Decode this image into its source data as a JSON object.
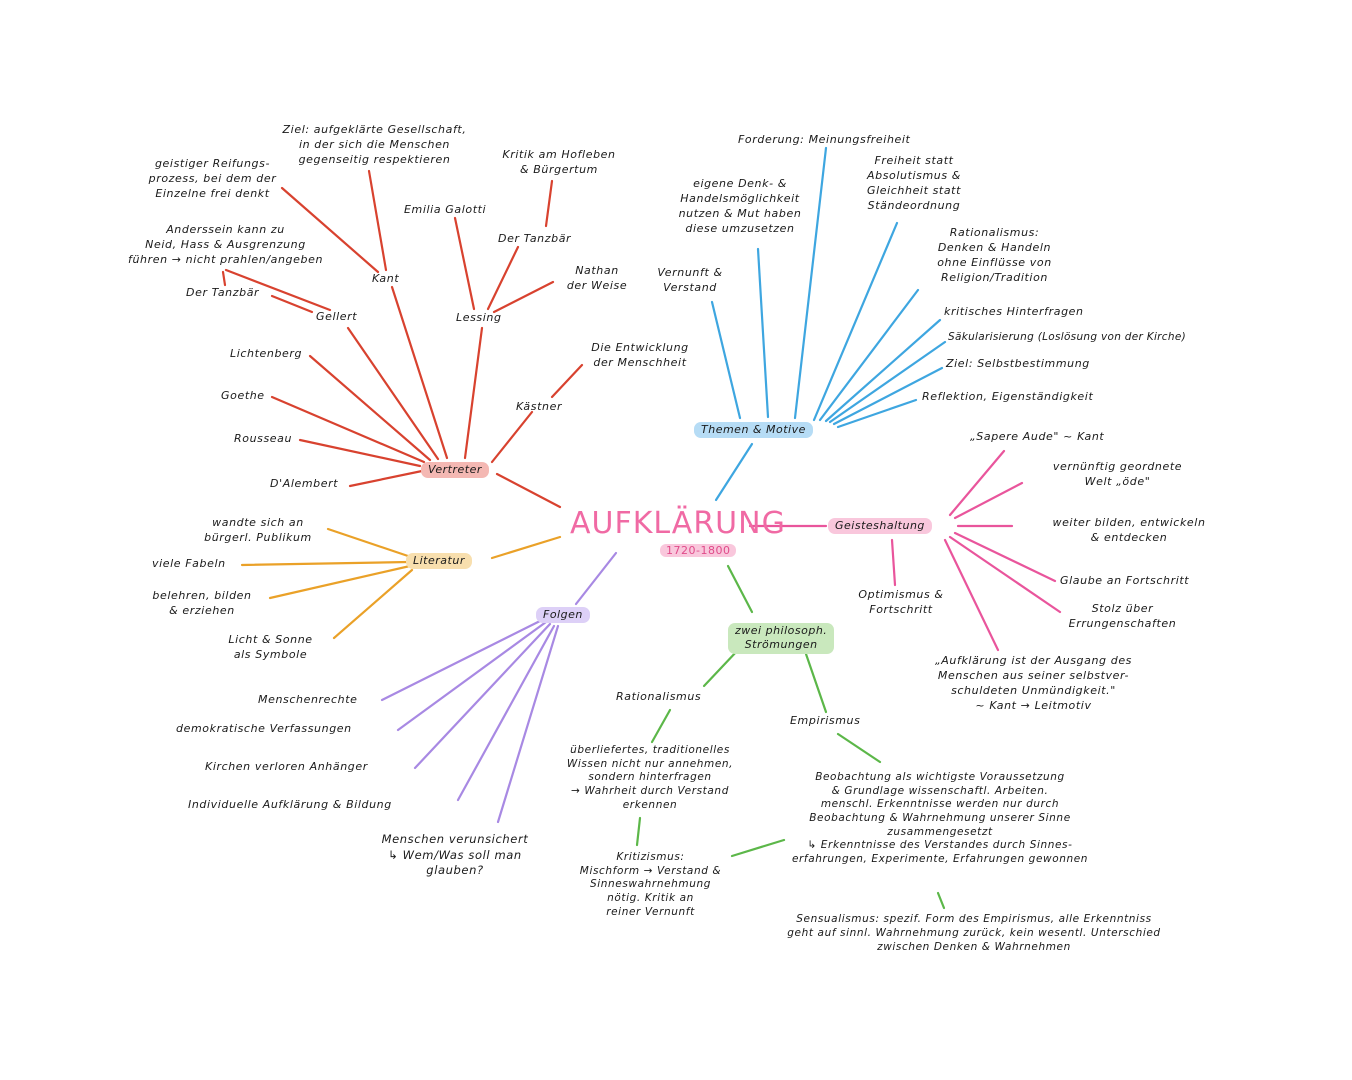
{
  "title": "AUFKLÄRUNG",
  "years": "1720-1800",
  "colors": {
    "vertreter": "#d8422f",
    "themen": "#3ea6e0",
    "geist": "#e9559c",
    "literatur": "#eaa128",
    "folgen": "#a889e3",
    "stroemungen": "#5cb749",
    "hub_vertreter": "#f4b8b3",
    "hub_themen": "#b6dcf5",
    "hub_geist": "#f9c7dc",
    "hub_literatur": "#f8dfae",
    "hub_folgen": "#ddd0f7",
    "hub_stroemungen": "#c9e8bd"
  },
  "hubs": {
    "vertreter": "Vertreter",
    "themen": "Themen & Motive",
    "geist": "Geisteshaltung",
    "literatur": "Literatur",
    "folgen": "Folgen",
    "stroemungen": "zwei philosoph.\nStrömungen"
  },
  "vertreter": {
    "kant": "Kant",
    "kant_ziel": "Ziel: aufgeklärte Gesellschaft,\nin der sich die Menschen\ngegenseitig respektieren",
    "kant_reifung": "geistiger Reifungs-\nprozess, bei dem der\nEinzelne frei denkt",
    "gellert": "Gellert",
    "gellert_anders": "Anderssein kann zu\nNeid, Hass & Ausgrenzung\nführen → nicht prahlen/angeben",
    "gellert_tanzbaer": "Der Tanzbär",
    "lessing": "Lessing",
    "lessing_emilia": "Emilia Galotti",
    "lessing_tanzbaer": "Der Tanzbär",
    "lessing_kritik": "Kritik am Hofleben\n& Bürgertum",
    "lessing_nathan": "Nathan\nder Weise",
    "kaestner": "Kästner",
    "kaestner_werk": "Die Entwicklung\nder Menschheit",
    "lichtenberg": "Lichtenberg",
    "goethe": "Goethe",
    "rousseau": "Rousseau",
    "dalembert": "D'Alembert"
  },
  "themen": {
    "forderung": "Forderung: Meinungsfreiheit",
    "denk": "eigene Denk- &\nHandelsmöglichkeit\nnutzen & Mut haben\ndiese umzusetzen",
    "vernunft": "Vernunft &\nVerstand",
    "freiheit": "Freiheit statt\nAbsolutismus &\nGleichheit statt\nStändeordnung",
    "rationalismus": "Rationalismus:\nDenken & Handeln\nohne Einflüsse von\nReligion/Tradition",
    "kritisch": "kritisches Hinterfragen",
    "saekular": "Säkularisierung (Loslösung von der Kirche)",
    "ziel": "Ziel: Selbstbestimmung",
    "reflektion": "Reflektion, Eigenständigkeit"
  },
  "geist": {
    "sapere": "„Sapere Aude\" ~ Kant",
    "welt": "vernünftig geordnete\nWelt „öde\"",
    "bilden": "weiter bilden, entwickeln\n& entdecken",
    "glaube": "Glaube an Fortschritt",
    "stolz": "Stolz über\nErrungenschaften",
    "optimismus": "Optimismus &\nFortschritt",
    "zitat": "„Aufklärung ist der Ausgang des\nMenschen aus seiner selbstver-\nschuldeten Unmündigkeit.\"\n~ Kant → Leitmotiv"
  },
  "literatur": {
    "publikum": "wandte sich an\nbürgerl. Publikum",
    "fabeln": "viele Fabeln",
    "belehren": "belehren, bilden\n& erziehen",
    "licht": "Licht & Sonne\nals Symbole"
  },
  "folgen": {
    "menschenrechte": "Menschenrechte",
    "demokratisch": "demokratische Verfassungen",
    "kirchen": "Kirchen verloren Anhänger",
    "individuell": "Individuelle Aufklärung & Bildung",
    "verunsichert": "Menschen verunsichert\n↳ Wem/Was soll man\nglauben?"
  },
  "stroemungen": {
    "rationalismus": "Rationalismus",
    "rat_text": "überliefertes, traditionelles\nWissen nicht nur annehmen,\nsondern hinterfragen\n→ Wahrheit durch Verstand\nerkennen",
    "kritizismus": "Kritizismus:\nMischform → Verstand &\nSinneswahrnehmung\nnötig. Kritik an\nreiner Vernunft",
    "empirismus": "Empirismus",
    "emp_text": "Beobachtung als wichtigste Voraussetzung\n& Grundlage wissenschaftl. Arbeiten.\nmenschl. Erkenntnisse werden nur durch\nBeobachtung & Wahrnehmung unserer Sinne\nzusammengesetzt\n↳ Erkenntnisse des Verstandes durch Sinnes-\nerfahrungen, Experimente, Erfahrungen gewonnen",
    "sensualismus": "Sensualismus: spezif. Form des Empirismus, alle Erkenntniss\ngeht auf sinnl. Wahrnehmung zurück, kein wesentl. Unterschied\nzwischen Denken & Wahrnehmen"
  }
}
